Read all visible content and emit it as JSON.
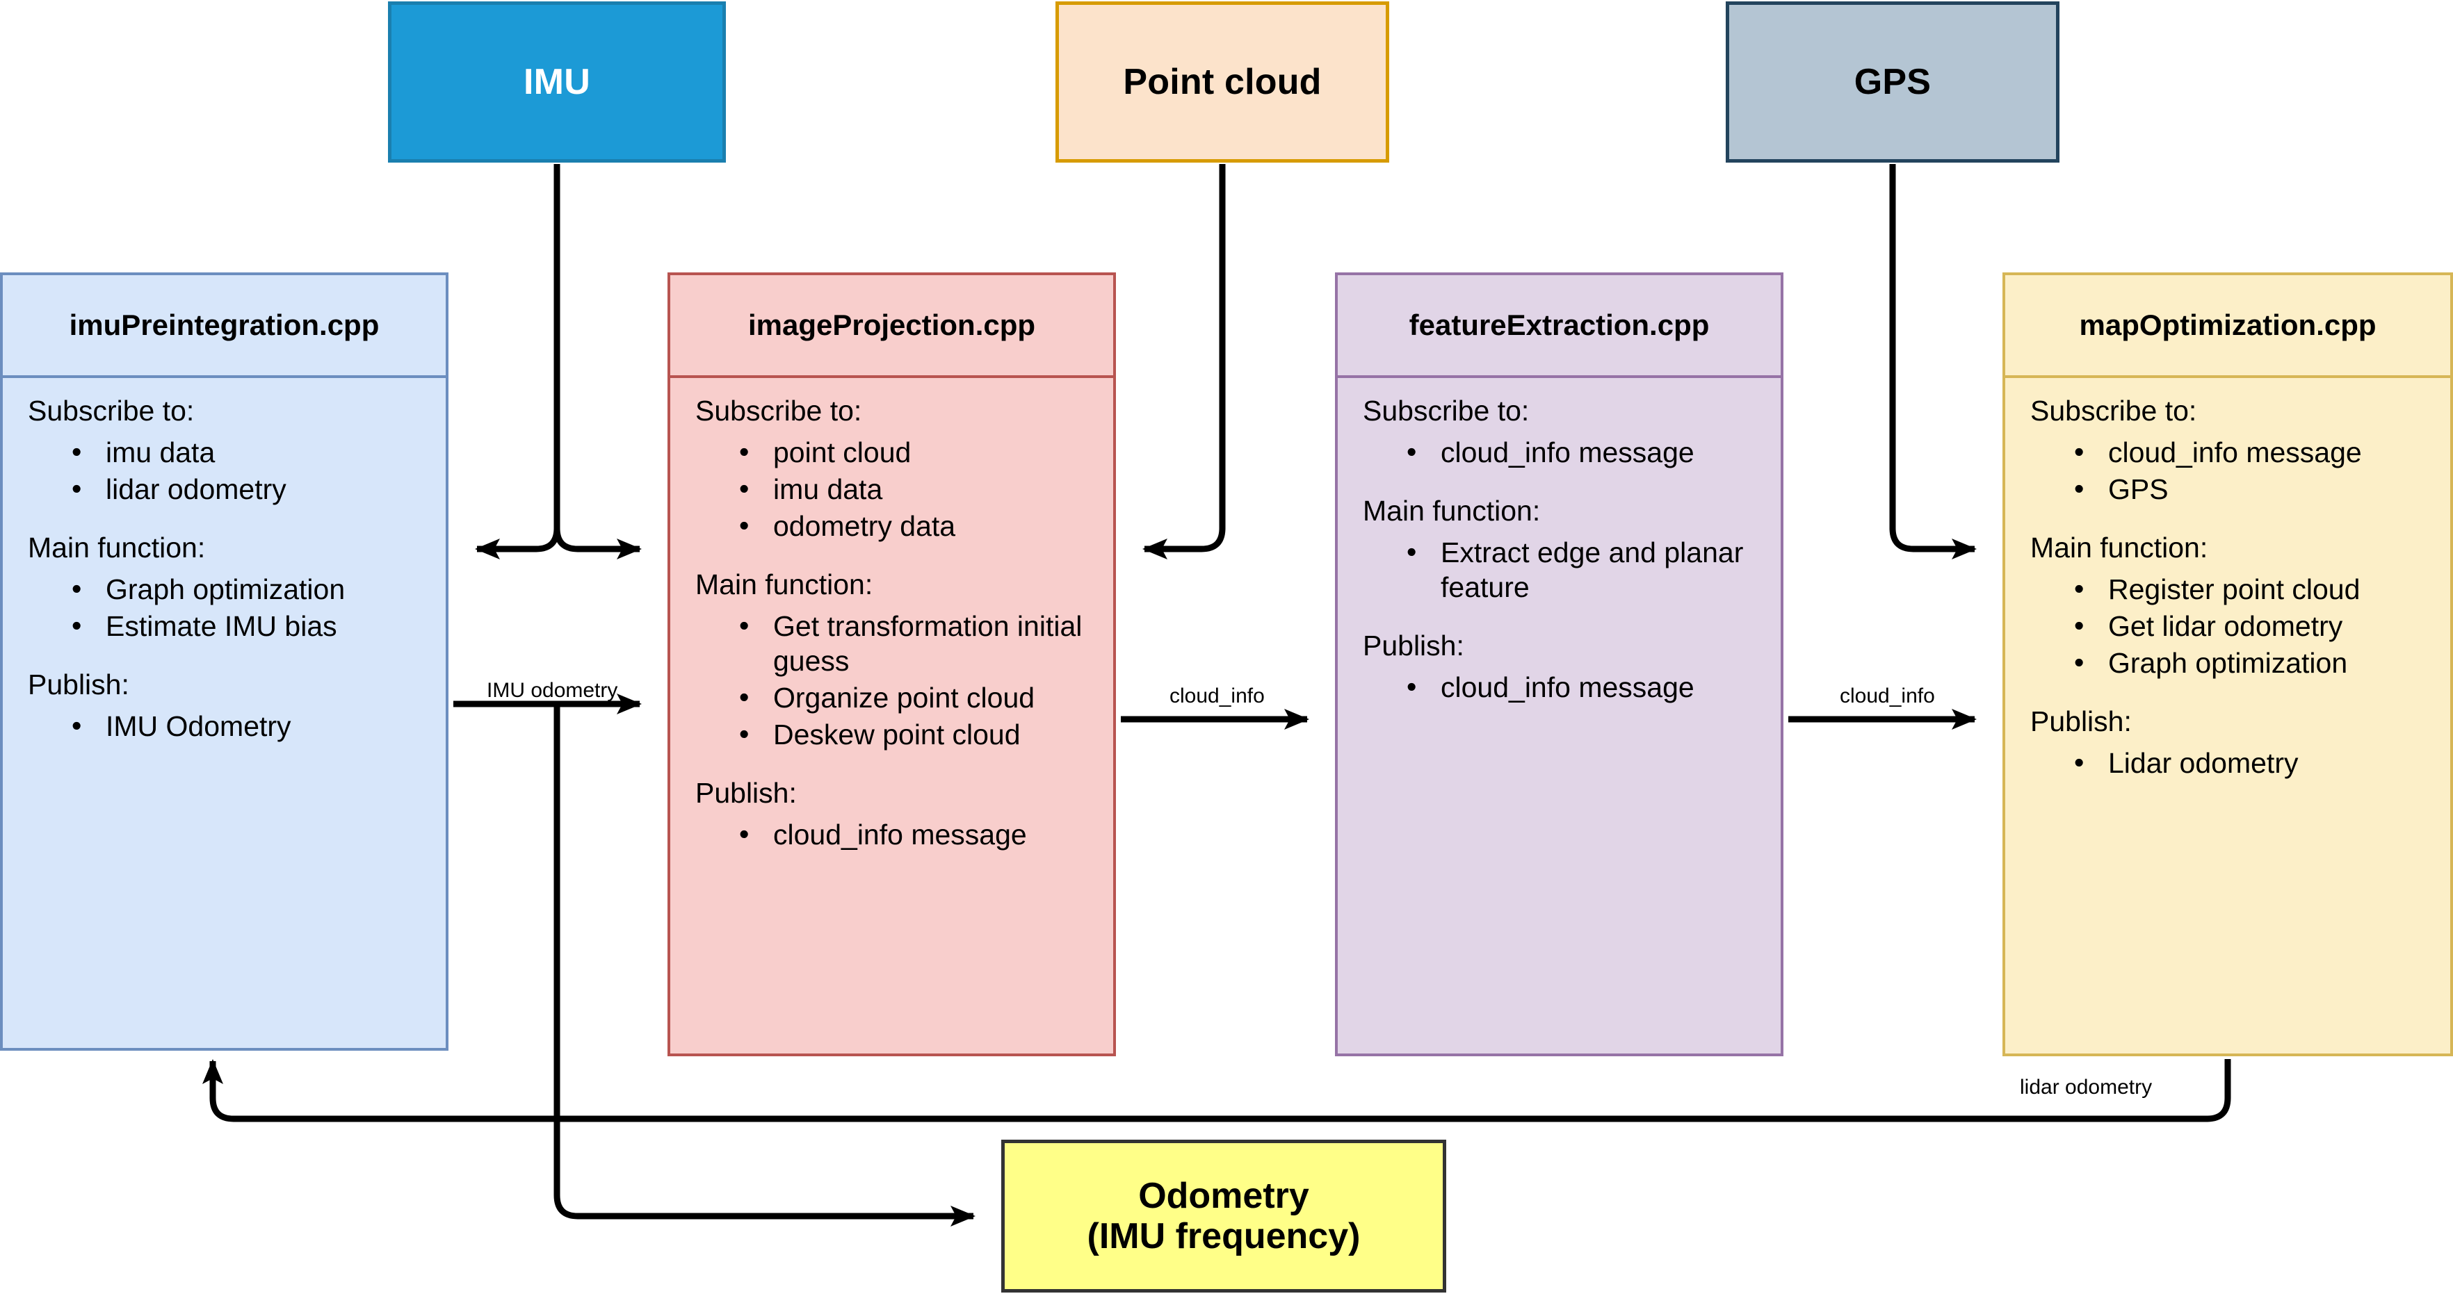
{
  "sources": [
    {
      "id": "imu",
      "label": "IMU"
    },
    {
      "id": "point_cloud",
      "label": "Point cloud"
    },
    {
      "id": "gps",
      "label": "GPS"
    }
  ],
  "modules": [
    {
      "id": "imuPreintegration",
      "title": "imuPreintegration.cpp",
      "subscribe_label": "Subscribe to:",
      "subscribe": [
        "imu data",
        "lidar odometry"
      ],
      "main_label": "Main function:",
      "main": [
        "Graph optimization",
        "Estimate IMU bias"
      ],
      "publish_label": "Publish:",
      "publish": [
        "IMU Odometry"
      ]
    },
    {
      "id": "imageProjection",
      "title": "imageProjection.cpp",
      "subscribe_label": "Subscribe to:",
      "subscribe": [
        "point cloud",
        "imu data",
        "odometry data"
      ],
      "main_label": "Main function:",
      "main": [
        "Get transformation initial guess",
        "Organize point cloud",
        "Deskew point cloud"
      ],
      "publish_label": "Publish:",
      "publish": [
        "cloud_info message"
      ]
    },
    {
      "id": "featureExtraction",
      "title": "featureExtraction.cpp",
      "subscribe_label": "Subscribe to:",
      "subscribe": [
        "cloud_info message"
      ],
      "main_label": "Main function:",
      "main": [
        "Extract edge and planar feature"
      ],
      "publish_label": "Publish:",
      "publish": [
        "cloud_info message"
      ]
    },
    {
      "id": "mapOptimization",
      "title": "mapOptimization.cpp",
      "subscribe_label": "Subscribe to:",
      "subscribe": [
        "cloud_info message",
        "GPS"
      ],
      "main_label": "Main function:",
      "main": [
        "Register point cloud",
        "Get lidar odometry",
        "Graph optimization"
      ],
      "publish_label": "Publish:",
      "publish": [
        "Lidar odometry"
      ]
    }
  ],
  "output": {
    "line1": "Odometry",
    "line2": "(IMU frequency)"
  },
  "edge_labels": {
    "imu_odometry": "IMU odometry",
    "cloud_info_1": "cloud_info",
    "cloud_info_2": "cloud_info",
    "lidar_odometry": "lidar odometry"
  },
  "colors": {
    "imu_fill": "#1C9AD6",
    "imu_stroke": "#1A7FAF",
    "point_cloud_fill": "#FCE3CB",
    "point_cloud_stroke": "#D79B00",
    "gps_fill": "#B4C5D3",
    "gps_stroke": "#23445D",
    "imupre_fill": "#D7E6FA",
    "imupre_stroke": "#6C8EBF",
    "imgproj_fill": "#F8CECC",
    "imgproj_stroke": "#B85450",
    "feat_fill": "#E1D5E7",
    "feat_stroke": "#9673A6",
    "mapopt_fill": "#FCEFC8",
    "mapopt_stroke": "#D6B656",
    "odometry_fill": "#FFFF88",
    "odometry_stroke": "#333333",
    "wire": "#000000"
  }
}
